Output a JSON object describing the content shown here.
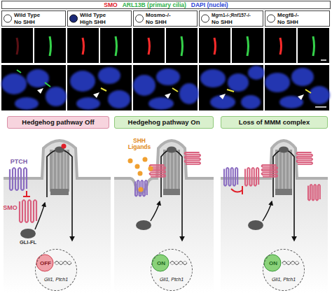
{
  "diagram": {
    "nodes": [
      {
        "text": [
          "Wild Type",
          "No SHH"
        ]
      },
      {
        "text": [
          "Wild Type",
          "High SHH"
        ]
      },
      {
        "text": [
          "Mosmo-/-",
          "No SHH"
        ]
      },
      {
        "text": [
          "Mgrn1-/-;Rnf157-/-",
          "No SHH"
        ]
      },
      {
        "text": [
          "Megf8-/-",
          "No SHH"
        ]
      },
      {
        "text": [
          "Hedgehog pathway Off"
        ]
      },
      {
        "text": [
          "Hedgehog pathway On"
        ]
      },
      {
        "text": [
          "Loss of MMM complex"
        ]
      },
      {
        "text": [
          "OFF",
          "Gli1, Ptch1"
        ]
      },
      {
        "text": [
          "ON",
          "Gli1, Ptch1"
        ]
      },
      {
        "text": [
          "ON",
          "Gli1, Ptch1"
        ]
      }
    ],
    "labels": [
      "PTCH",
      "SMO",
      "GLI-FL",
      "SHH Ligands"
    ],
    "legend": [
      {
        "text": "SMO",
        "color": "#e0202a"
      },
      {
        "text": "ARL13B (primary cilia)",
        "color": "#2fb24a"
      },
      {
        "text": "DAPI (nuclei)",
        "color": "#2a44d8"
      }
    ]
  }
}
